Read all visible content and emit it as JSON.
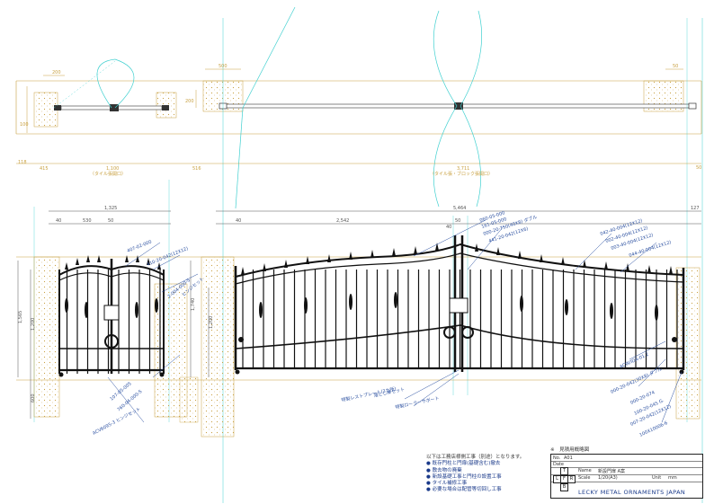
{
  "plan_dims": {
    "d200": "200",
    "d500": "500",
    "d50r": "50",
    "d200v": "200",
    "d100v": "100",
    "d118": "118",
    "d415": "415",
    "d1100": "1,100",
    "d516": "516",
    "d3711": "3,711",
    "tile_open_left": "（タイル張開口）",
    "tile_open_right": "（タイル張・ブロック張開口）",
    "d50l": "50"
  },
  "elev_dims": {
    "d1325": "1,325",
    "d5464": "5,464",
    "d40a": "40",
    "d530": "530",
    "d50a": "50",
    "d40b": "40",
    "d2542": "2,542",
    "d50b": "50",
    "d40c": "40",
    "d127": "127",
    "d1565": "1,565",
    "d1200a": "1,200",
    "d1740": "1,740",
    "d1200b": "1,200",
    "d600": "600"
  },
  "annotations_left": {
    "a1": "407-02-000",
    "a2": "410-20-042(12X12)",
    "a3": "ヒンジセット",
    "a4": "2-004-000-S",
    "a5": "107-05-005",
    "a6": "760-04-000-S",
    "a7": "ACV6095-3 ヒンジセット"
  },
  "annotations_right": {
    "b1": "060-05-000",
    "b2": "161-05-000",
    "b3": "000-20-750(40X8) ダブル",
    "b4": "441-20-042(12X6)",
    "b5": "042-40-004(12X12)",
    "b6": "002-40-004(12X12)",
    "b7": "003-40-004(12X12)",
    "b8": "044-40-004(12X12)",
    "b9": "ACW/IDA-01.2",
    "b10": "000-20-042(30X8) ダブル",
    "b11": "000-20-074",
    "b12": "100-20-045 G.",
    "b13": "007-20-042(12X12)",
    "b14": "100X10006-6",
    "c1": "特製レストプレート(3カ所)",
    "c2": "落とし棒セット",
    "c3": "特製ローラーサポート"
  },
  "notes": {
    "head": "以下は工務店様側工事（別途）となります。",
    "items": [
      "既存門柱と門扉(基礎含む)撤去",
      "敷去物の廃棄",
      "新設基礎工事と門柱の設置工事",
      "タイル補修工事",
      "必要な場合は配管等切回し工事"
    ]
  },
  "title_block": {
    "heading": "※　見積用概略図",
    "no_label": "No.",
    "no_value": "A01",
    "date_label": "Date",
    "name_label": "Name",
    "name_value": "新設門扉 A案",
    "scale_label": "Scale",
    "scale_value": "1/20(A3)",
    "unit_label": "Unit",
    "unit_value": "mm",
    "mark_t": "T",
    "mark_l": "L",
    "mark_f": "F",
    "mark_r": "R",
    "mark_b": "B",
    "company": "LECKY METAL ORNAMENTS JAPAN"
  }
}
